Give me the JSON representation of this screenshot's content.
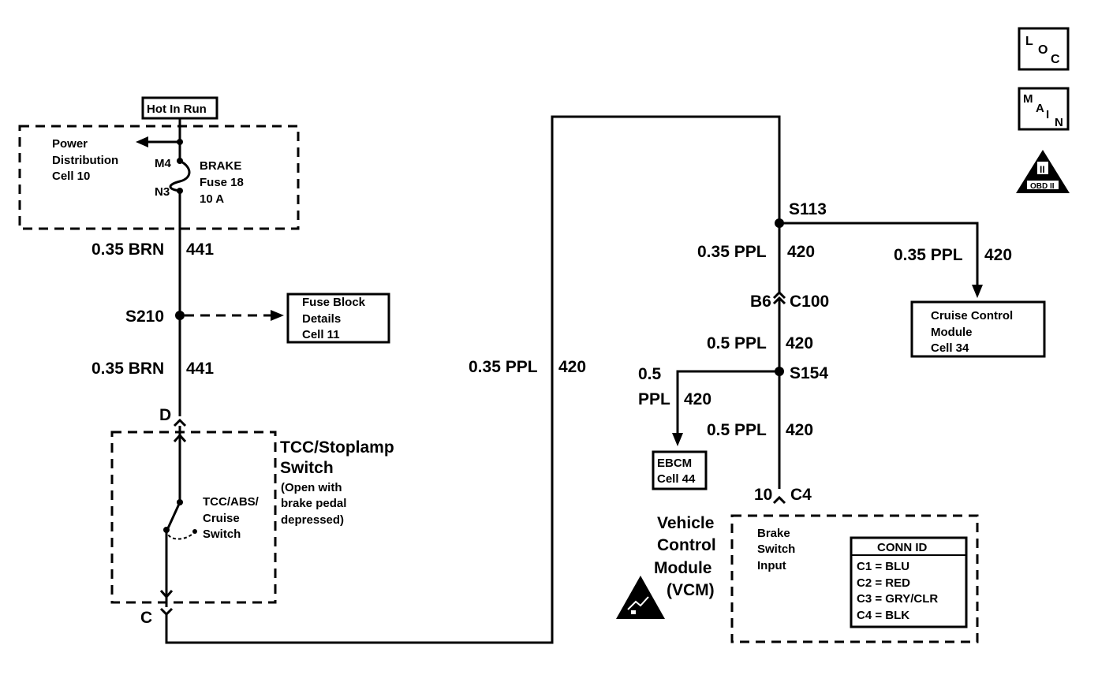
{
  "icons": {
    "loc": [
      "L",
      "O",
      "C"
    ],
    "main": [
      "M",
      "A",
      "I",
      "N"
    ],
    "obd": [
      "II",
      "OBD II"
    ]
  },
  "hot_in_run": "Hot In Run",
  "power_distribution": [
    "Power",
    "Distribution",
    "Cell 10"
  ],
  "fuse": {
    "m4": "M4",
    "n3": "N3",
    "lines": [
      "BRAKE",
      "Fuse 18",
      "10 A"
    ]
  },
  "wire_brn_top": {
    "size": "0.35 BRN",
    "circuit": "441"
  },
  "splice_s210": "S210",
  "fuse_block_details": [
    "Fuse Block",
    "Details",
    "Cell 11"
  ],
  "wire_brn_bottom": {
    "size": "0.35 BRN",
    "circuit": "441"
  },
  "connector_d": "D",
  "connector_c": "C",
  "tcc_switch": {
    "title_lines": [
      "TCC/Stoplamp",
      "Switch"
    ],
    "note_lines": [
      "(Open with",
      "brake pedal",
      "depressed)"
    ],
    "inner_lines": [
      "TCC/ABS/",
      "Cruise",
      "Switch"
    ]
  },
  "wire_ppl_left": {
    "size": "0.35 PPL",
    "circuit": "420"
  },
  "splice_s113": "S113",
  "wire_ppl_s113_down": {
    "size": "0.35 PPL",
    "circuit": "420"
  },
  "wire_ppl_cruise": {
    "size": "0.35 PPL",
    "circuit": "420"
  },
  "cruise_module": [
    "Cruise Control",
    "Module",
    "Cell 34"
  ],
  "connector_c100": {
    "pin": "B6",
    "name": "C100"
  },
  "wire_05_top": {
    "size": "0.5 PPL",
    "circuit": "420"
  },
  "splice_s154": "S154",
  "wire_05_ebcm": {
    "size_lines": [
      "0.5",
      "PPL"
    ],
    "circuit": "420"
  },
  "ebcm": [
    "EBCM",
    "Cell 44"
  ],
  "wire_05_bottom": {
    "size": "0.5 PPL",
    "circuit": "420"
  },
  "connector_c4": {
    "pin": "10",
    "name": "C4"
  },
  "vcm_label": [
    "Vehicle",
    "Control",
    "Module",
    "(VCM)"
  ],
  "brake_switch_input": [
    "Brake",
    "Switch",
    "Input"
  ],
  "conn_id": {
    "title": "CONN ID",
    "rows": [
      "C1 = BLU",
      "C2 = RED",
      "C3 = GRY/CLR",
      "C4 = BLK"
    ]
  }
}
